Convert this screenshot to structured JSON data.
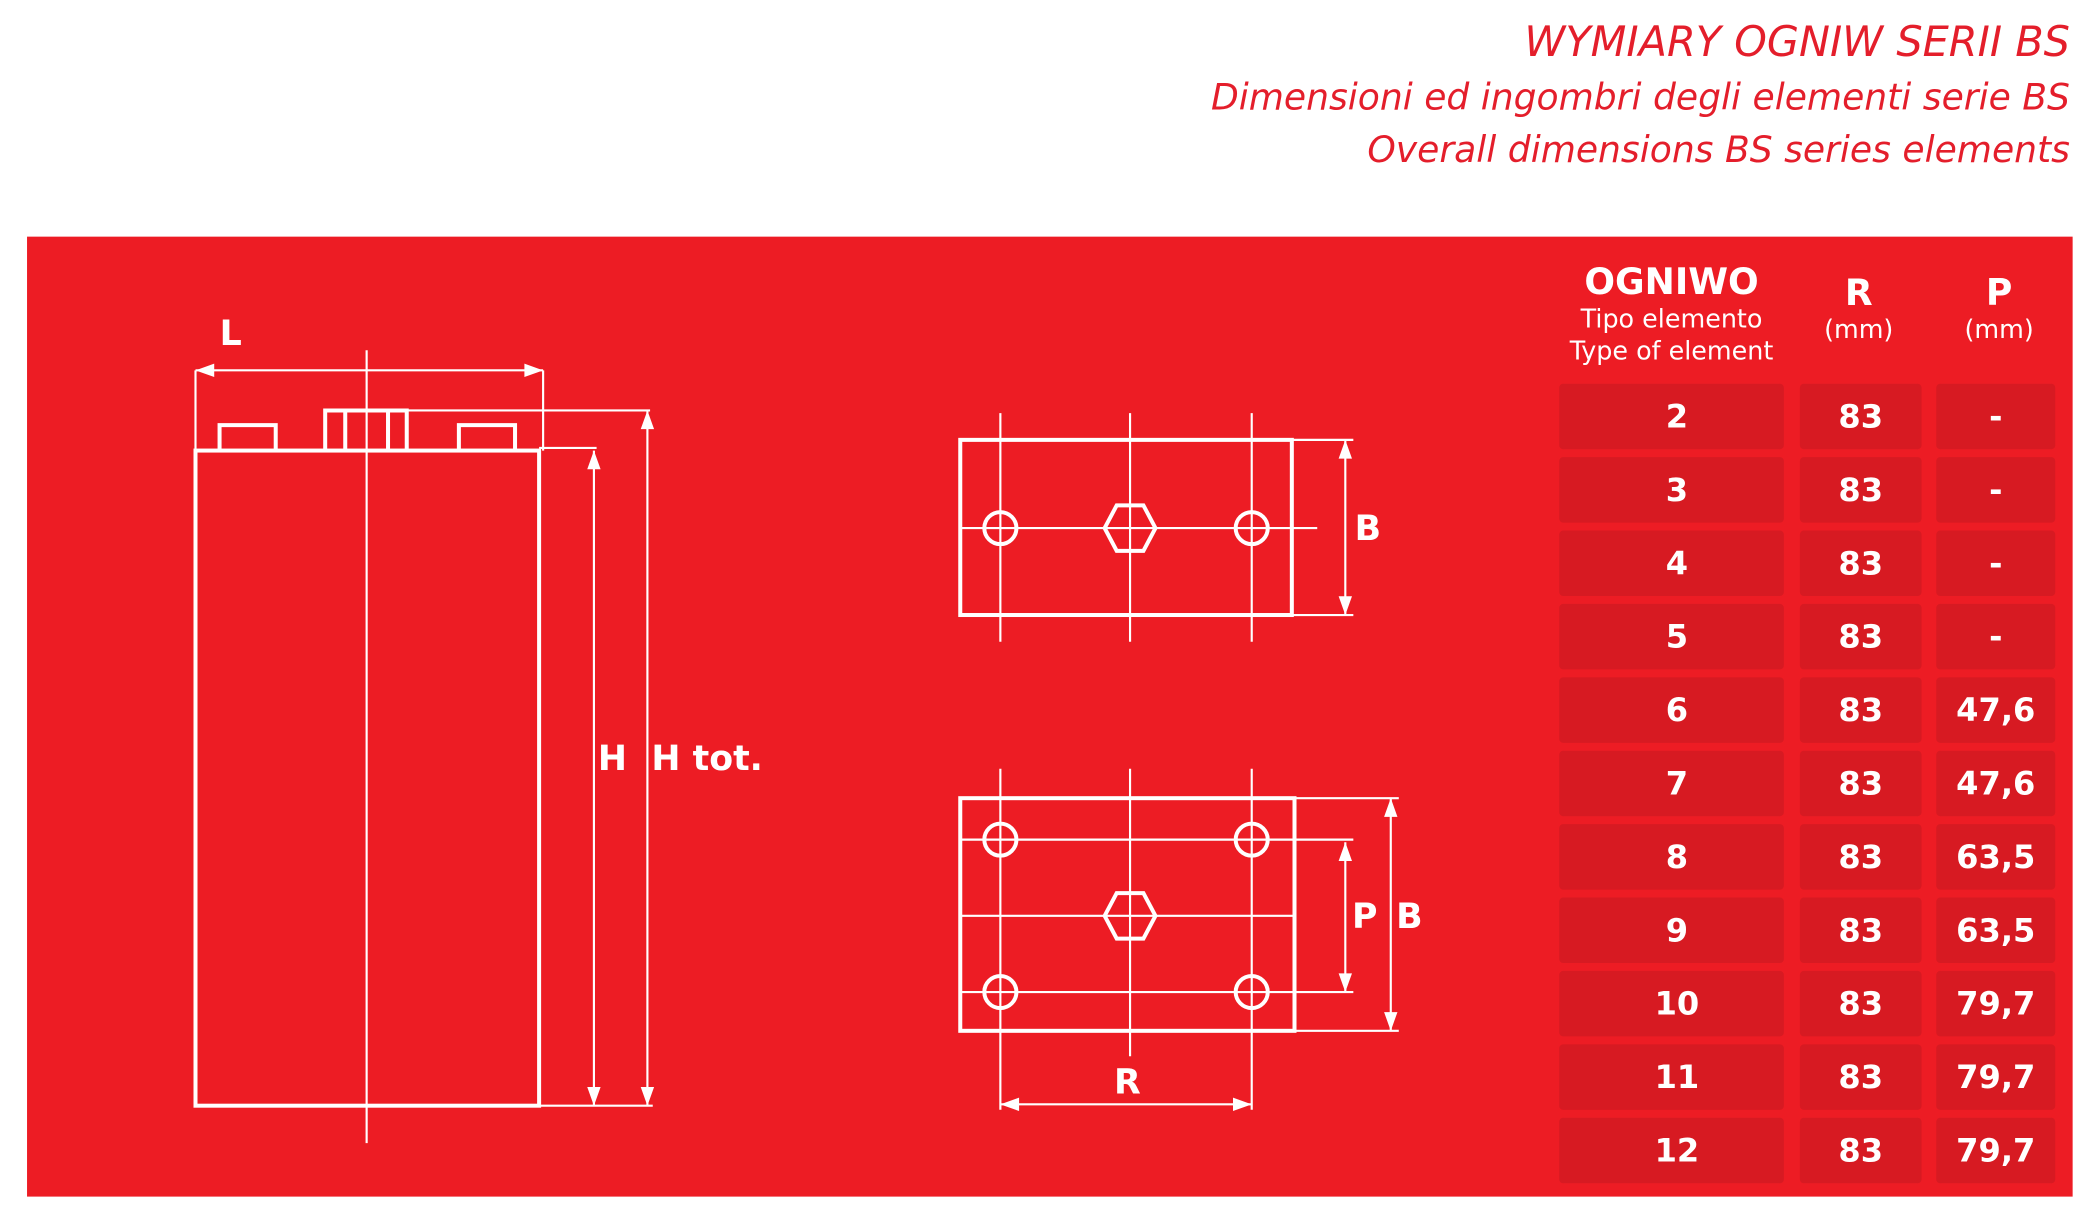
{
  "title": {
    "line1": "WYMIARY OGNIW SERII  BS",
    "line2": "Dimensioni ed ingombri degli elementi serie BS",
    "line3": "Overall dimensions BS series elements"
  },
  "colors": {
    "panel": "#ed1c24",
    "cell": "#d71a22",
    "title": "#e41e2b"
  },
  "diagram": {
    "label_L": "L",
    "label_H": "H",
    "label_Htot": "H tot.",
    "label_B1": "B",
    "label_P": "P",
    "label_B2": "B",
    "label_R": "R"
  },
  "table": {
    "headers": {
      "type_main": "OGNIWO",
      "type_sub1": "Tipo elemento",
      "type_sub2": "Type of element",
      "r": "R",
      "r_unit": "(mm)",
      "p": "P",
      "p_unit": "(mm)"
    },
    "rows": [
      {
        "type": "2",
        "r": "83",
        "p": "-"
      },
      {
        "type": "3",
        "r": "83",
        "p": "-"
      },
      {
        "type": "4",
        "r": "83",
        "p": "-"
      },
      {
        "type": "5",
        "r": "83",
        "p": "-"
      },
      {
        "type": "6",
        "r": "83",
        "p": "47,6"
      },
      {
        "type": "7",
        "r": "83",
        "p": "47,6"
      },
      {
        "type": "8",
        "r": "83",
        "p": "63,5"
      },
      {
        "type": "9",
        "r": "83",
        "p": "63,5"
      },
      {
        "type": "10",
        "r": "83",
        "p": "79,7"
      },
      {
        "type": "11",
        "r": "83",
        "p": "79,7"
      },
      {
        "type": "12",
        "r": "83",
        "p": "79,7"
      }
    ]
  }
}
